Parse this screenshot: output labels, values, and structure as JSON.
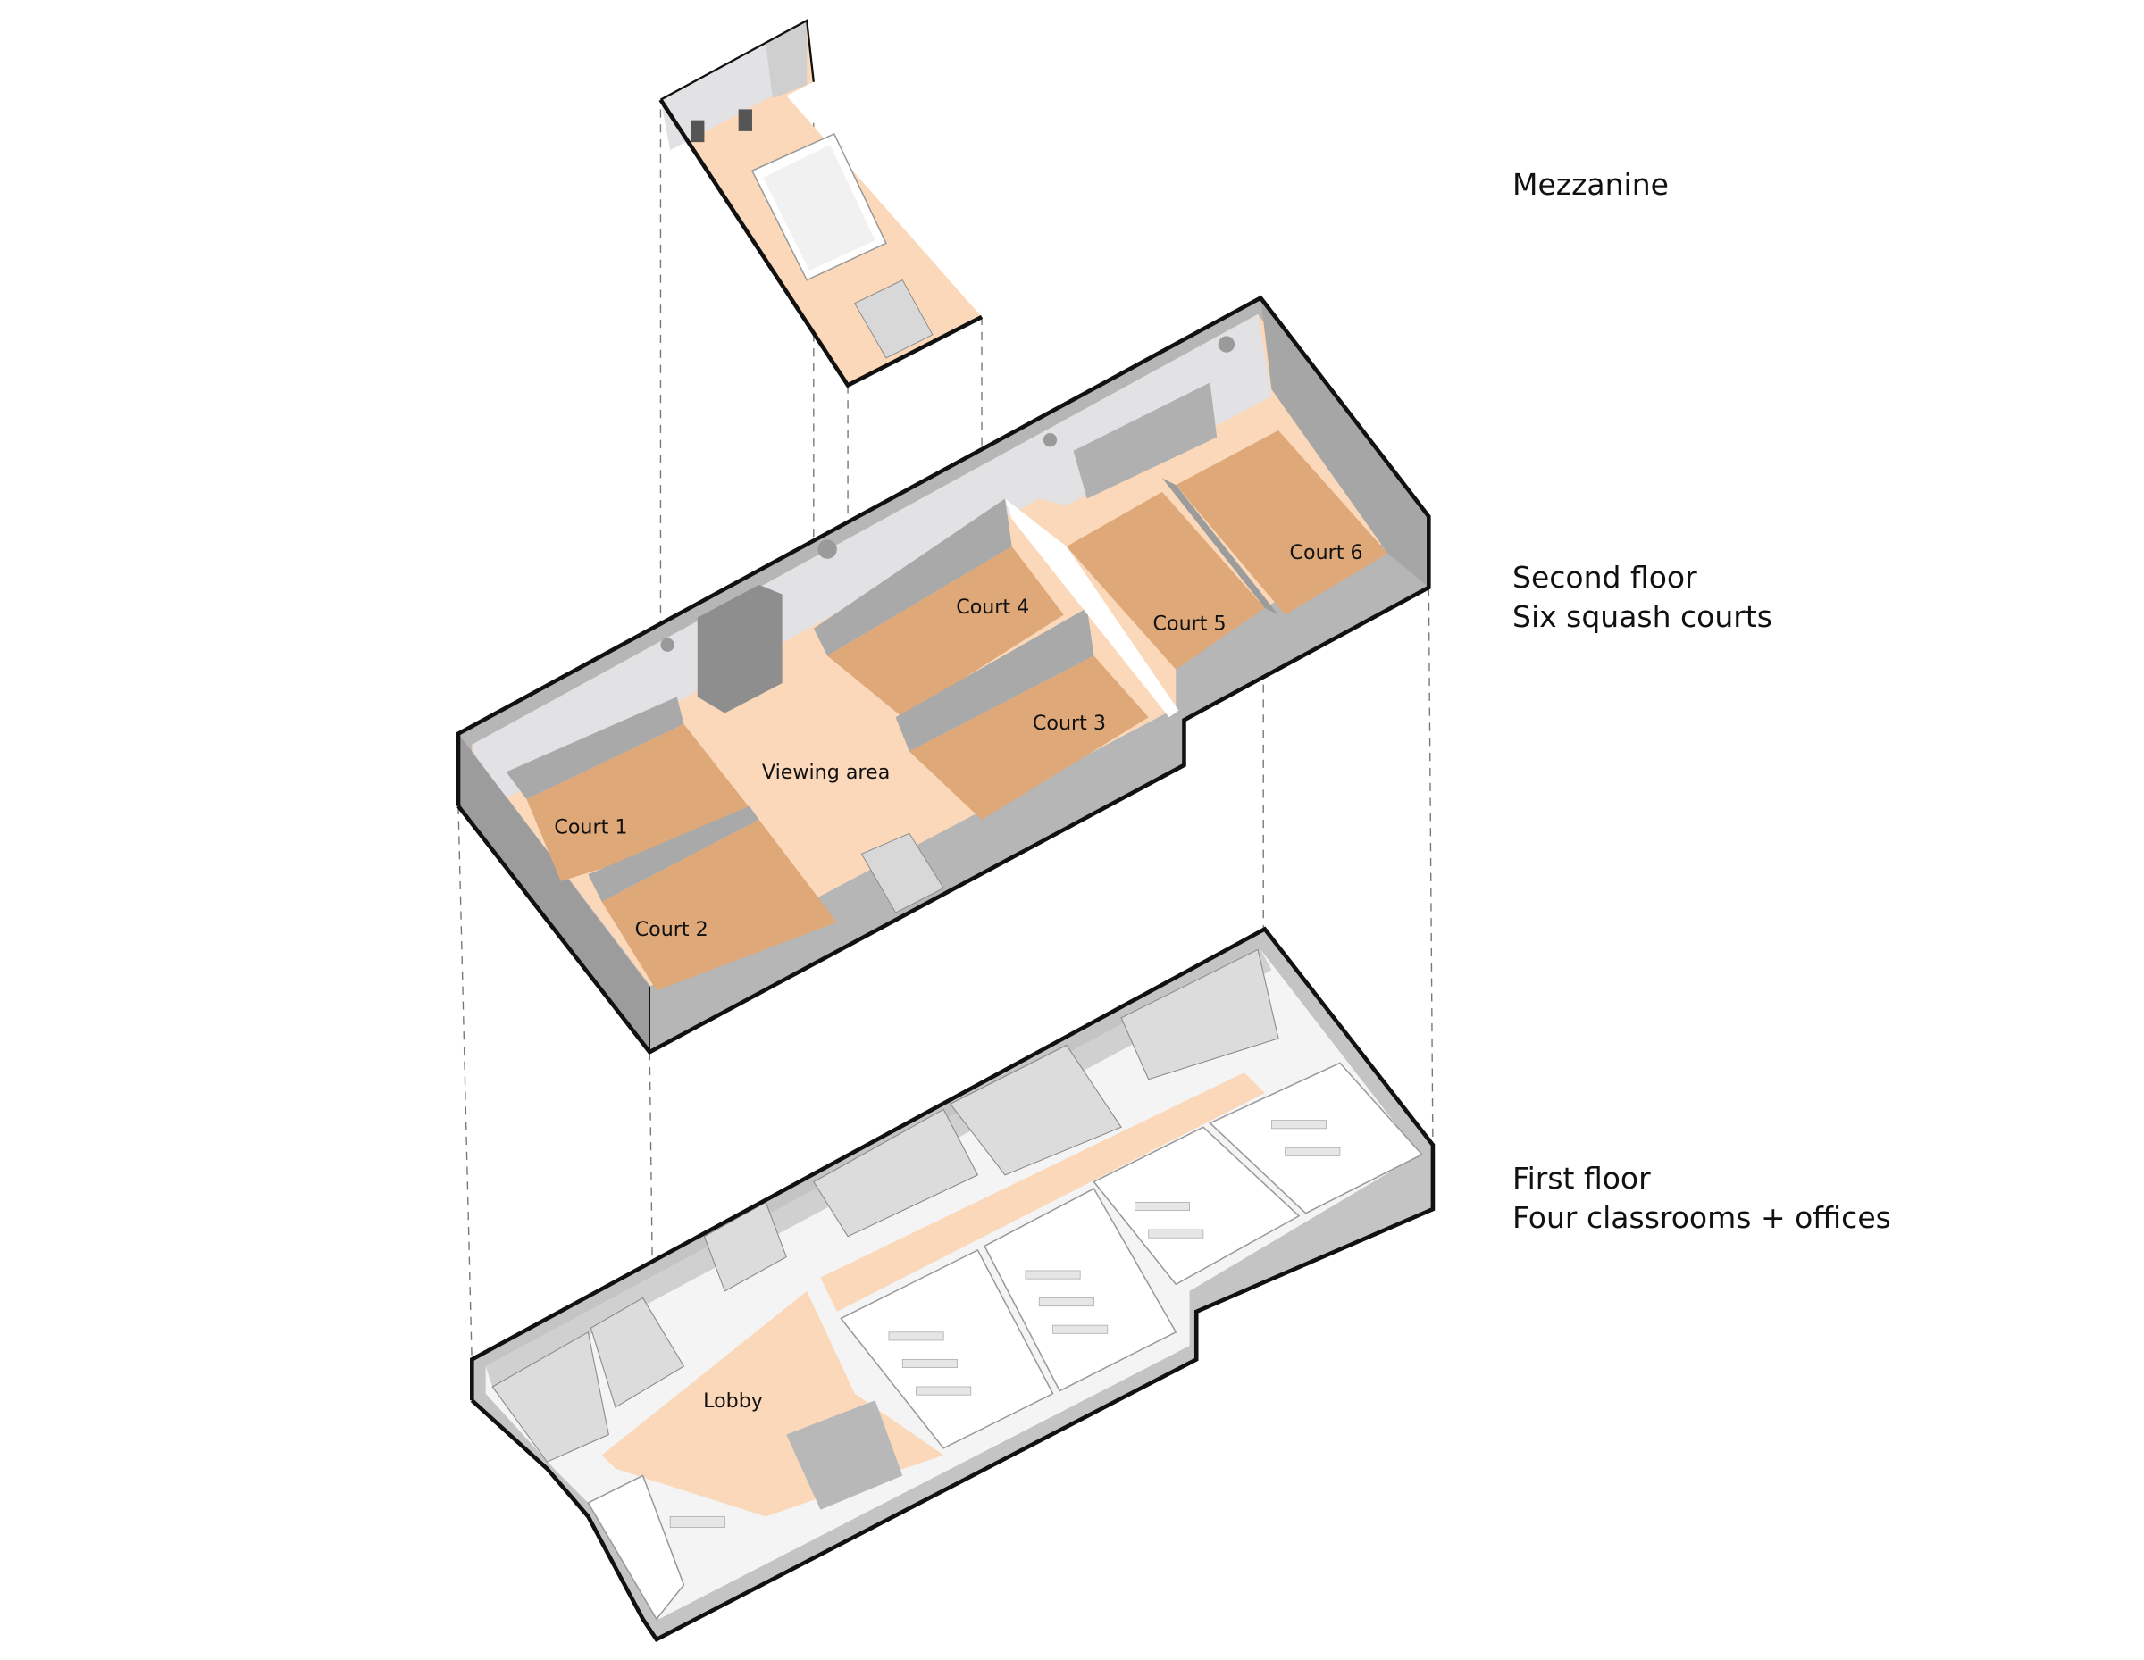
{
  "levels": {
    "mezzanine": {
      "title": "Mezzanine"
    },
    "second_floor": {
      "title": "Second floor",
      "subtitle": "Six squash courts"
    },
    "first_floor": {
      "title": "First floor",
      "subtitle": "Four classrooms + offices"
    }
  },
  "rooms": {
    "court_1": "Court 1",
    "court_2": "Court 2",
    "court_3": "Court 3",
    "court_4": "Court 4",
    "court_5": "Court 5",
    "court_6": "Court 6",
    "viewing_area": "Viewing area",
    "lobby": "Lobby"
  },
  "colors": {
    "court_floor": "#dfa878",
    "circulation": "#fad8b9",
    "wall_dark": "#9c9c9c",
    "wall_mid": "#b6b6b6",
    "wall_light": "#e2e2e4",
    "outline": "#111111"
  }
}
